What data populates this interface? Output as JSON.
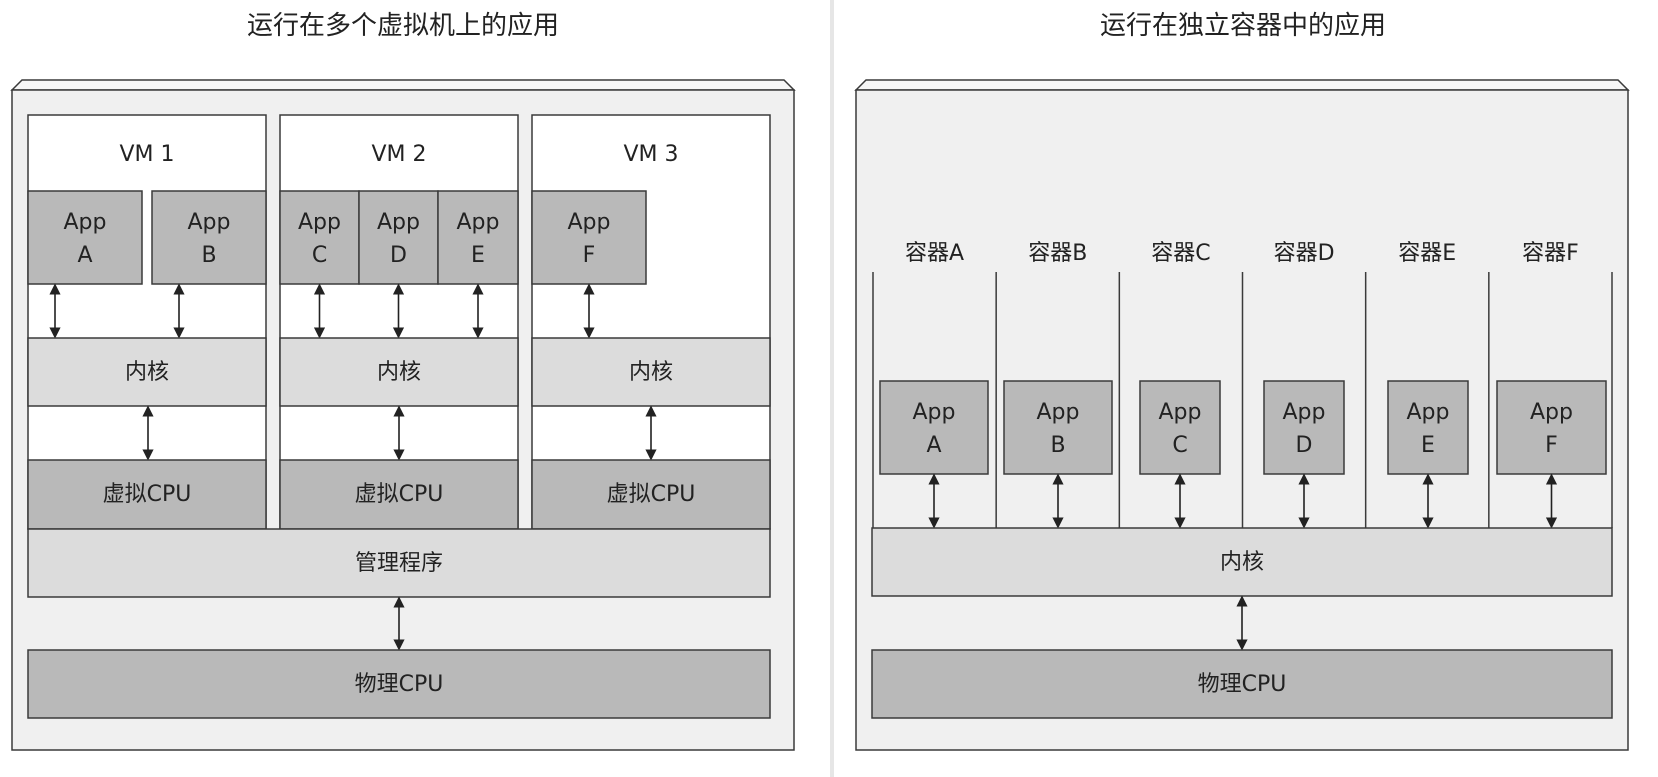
{
  "left": {
    "title": "运行在多个虚拟机上的应用",
    "vms": [
      {
        "label": "VM 1",
        "apps": [
          [
            "App",
            "A"
          ],
          [
            "App",
            "B"
          ]
        ],
        "kernel": "内核",
        "vcpu": "虚拟CPU"
      },
      {
        "label": "VM 2",
        "apps": [
          [
            "App",
            "C"
          ],
          [
            "App",
            "D"
          ],
          [
            "App",
            "E"
          ]
        ],
        "kernel": "内核",
        "vcpu": "虚拟CPU"
      },
      {
        "label": "VM 3",
        "apps": [
          [
            "App",
            "F"
          ]
        ],
        "kernel": "内核",
        "vcpu": "虚拟CPU"
      }
    ],
    "hypervisor": "管理程序",
    "physical_cpu": "物理CPU"
  },
  "right": {
    "title": "运行在独立容器中的应用",
    "containers": [
      {
        "label": "容器A",
        "app": [
          "App",
          "A"
        ]
      },
      {
        "label": "容器B",
        "app": [
          "App",
          "B"
        ]
      },
      {
        "label": "容器C",
        "app": [
          "App",
          "C"
        ]
      },
      {
        "label": "容器D",
        "app": [
          "App",
          "D"
        ]
      },
      {
        "label": "容器E",
        "app": [
          "App",
          "E"
        ]
      },
      {
        "label": "容器F",
        "app": [
          "App",
          "F"
        ]
      }
    ],
    "kernel": "内核",
    "physical_cpu": "物理CPU"
  },
  "colors": {
    "dark_box": "#b9b9b9",
    "light_box": "#dcdcdc",
    "frame": "#f0f0f0",
    "vm_bg": "#ffffff",
    "line": "#3a3a3a",
    "text": "#222222"
  }
}
